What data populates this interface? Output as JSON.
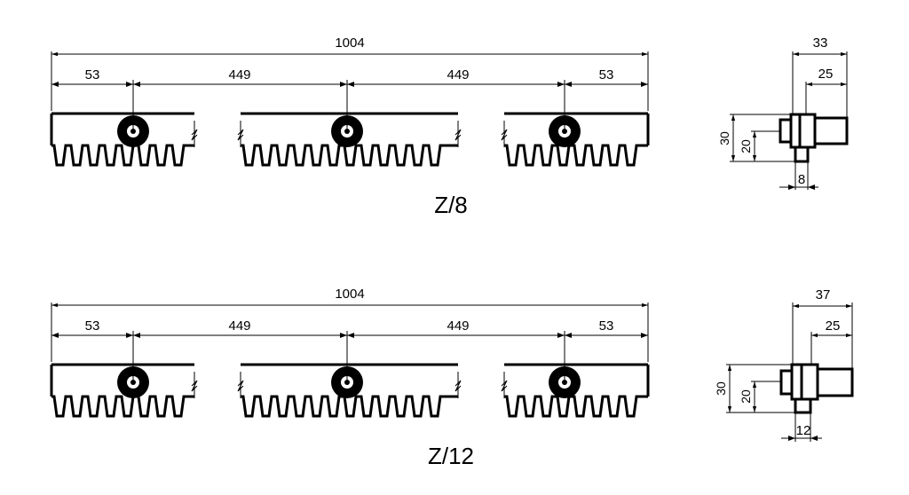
{
  "variants": [
    {
      "label": "Z/8",
      "total_length": "1004",
      "segments": [
        "53",
        "449",
        "449",
        "53"
      ],
      "side_width": "33",
      "side_inner": "25",
      "side_height": "30",
      "side_inner_height": "20",
      "side_bottom": "8"
    },
    {
      "label": "Z/12",
      "total_length": "1004",
      "segments": [
        "53",
        "449",
        "449",
        "53"
      ],
      "side_width": "37",
      "side_inner": "25",
      "side_height": "30",
      "side_inner_height": "20",
      "side_bottom": "12"
    }
  ]
}
